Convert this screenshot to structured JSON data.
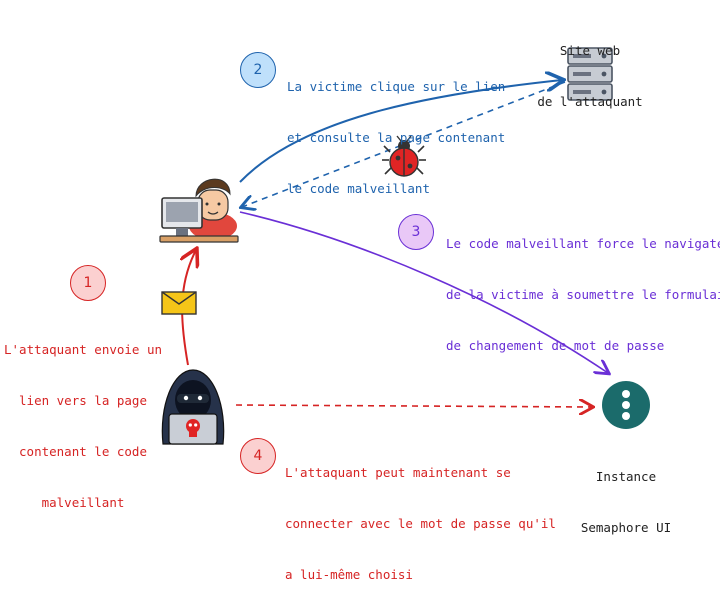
{
  "nodes": {
    "server": {
      "label_line1": "Site web",
      "label_line2": "de l'attaquant"
    },
    "semaphore": {
      "label_line1": "Instance",
      "label_line2": "Semaphore UI"
    }
  },
  "steps": [
    {
      "number": "1",
      "color": "#d62424",
      "lines": [
        "L'attaquant envoie un",
        "lien vers la page",
        "contenant le code",
        "malveillant"
      ]
    },
    {
      "number": "2",
      "color": "#1f63ad",
      "lines": [
        "La victime clique sur le lien",
        "et consulte la page contenant",
        "le code malveillant"
      ]
    },
    {
      "number": "3",
      "color": "#6a2fd6",
      "lines": [
        "Le code malveillant force le navigateur",
        "de la victime à soumettre le formulaire",
        "de changement de mot de passe"
      ]
    },
    {
      "number": "4",
      "color": "#d62424",
      "lines": [
        "L'attaquant peut maintenant se",
        "connecter avec le mot de passe qu'il",
        "a lui-même choisi"
      ]
    }
  ],
  "icons": [
    "server-icon",
    "victim-computer-icon",
    "bug-icon",
    "envelope-icon",
    "hacker-icon",
    "semaphore-logo-icon"
  ],
  "colors": {
    "blue": "#1f63ad",
    "purple": "#6a2fd6",
    "red": "#d62424",
    "semaphore": "#1b6b6b"
  }
}
